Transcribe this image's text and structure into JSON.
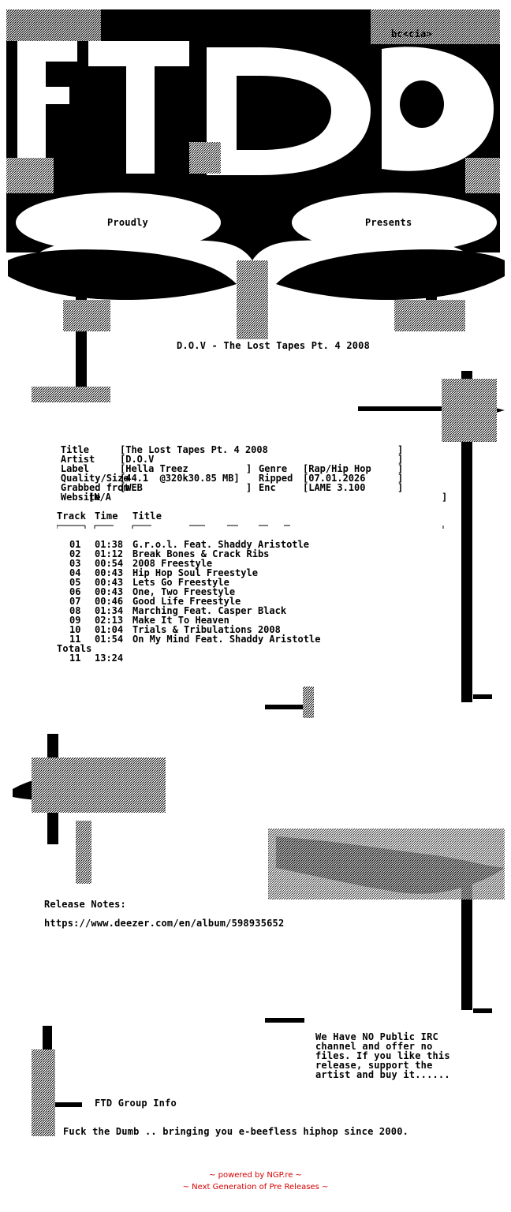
{
  "header": {
    "credit": "bc<cia>",
    "proudly": "Proudly",
    "presents": "Presents"
  },
  "release_title": "D.O.V - The Lost Tapes Pt. 4 2008",
  "info": {
    "title_label": "Title",
    "title_value": "[The Lost Tapes Pt. 4 2008",
    "artist_label": "Artist",
    "artist_value": "[D.O.V",
    "label_label": "Label",
    "label_value": "[Hella Treez",
    "genre_label": "Genre",
    "genre_value": "[Rap/Hip Hop",
    "quality_label": "Quality/Size",
    "quality_value": "[44.1  @320k30.85 MB]",
    "ripped_label": "Ripped",
    "ripped_value": "[07.01.2026",
    "grabbed_label": "Grabbed from",
    "grabbed_value": "[WEB",
    "enc_label": "Enc",
    "enc_value": "[LAME 3.100",
    "website_label": "Website",
    "website_value": "[N/A"
  },
  "tracklist": {
    "col_track": "Track",
    "col_time": "Time",
    "col_title": "Title",
    "tracks": [
      {
        "no": "01",
        "time": "01:38",
        "title": "G.r.o.l. Feat. Shaddy Aristotle"
      },
      {
        "no": "02",
        "time": "01:12",
        "title": "Break Bones & Crack Ribs"
      },
      {
        "no": "03",
        "time": "00:54",
        "title": "2008 Freestyle"
      },
      {
        "no": "04",
        "time": "00:43",
        "title": "Hip Hop Soul Freestyle"
      },
      {
        "no": "05",
        "time": "00:43",
        "title": "Lets Go Freestyle"
      },
      {
        "no": "06",
        "time": "00:43",
        "title": "One, Two Freestyle"
      },
      {
        "no": "07",
        "time": "00:46",
        "title": "Good Life Freestyle"
      },
      {
        "no": "08",
        "time": "01:34",
        "title": "Marching Feat. Casper Black"
      },
      {
        "no": "09",
        "time": "02:13",
        "title": "Make It To Heaven"
      },
      {
        "no": "10",
        "time": "01:04",
        "title": "Trials & Tribulations 2008"
      },
      {
        "no": "11",
        "time": "01:54",
        "title": "On My Mind Feat. Shaddy Aristotle"
      }
    ],
    "totals_label": "Totals",
    "total_tracks": "11",
    "total_time": "13:24"
  },
  "release_notes": {
    "label": "Release Notes:",
    "url": "https://www.deezer.com/en/album/598935652"
  },
  "irc_notice": [
    "We Have NO Public IRC",
    "channel and offer no",
    "files. If you like this",
    "release, support the",
    "artist and buy it......"
  ],
  "group_info": "FTD Group Info",
  "tagline": "Fuck the Dumb .. bringing you e-beefless hiphop since 2000.",
  "footer": {
    "line1": "~ powered by NGP.re ~",
    "line2": "~ Next Generation of Pre Releases ~"
  }
}
